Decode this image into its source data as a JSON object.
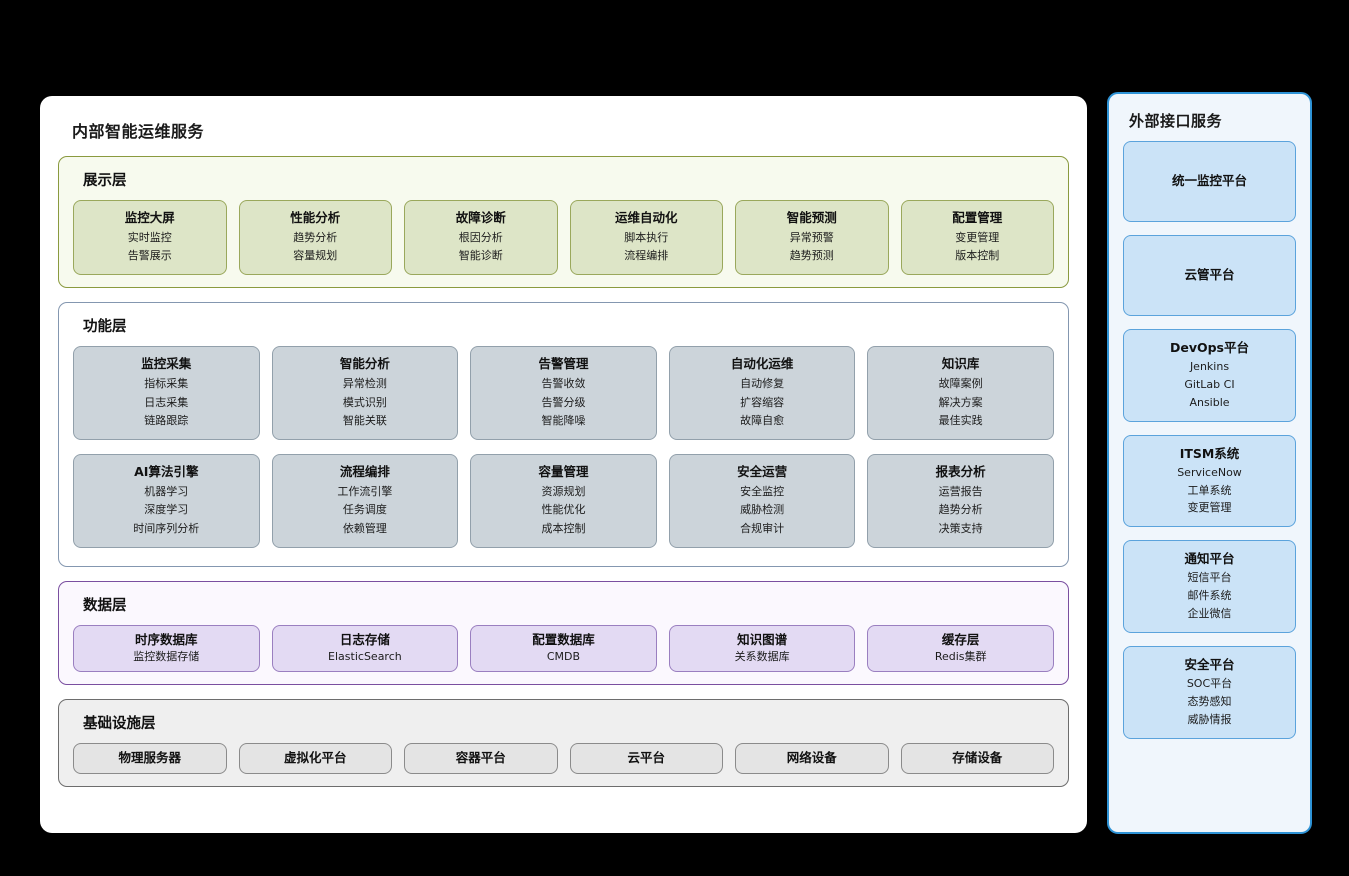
{
  "internal": {
    "title": "内部智能运维服务",
    "layers": [
      {
        "id": "presentation",
        "title": "展示层",
        "rows": [
          [
            {
              "title": "监控大屏",
              "subs": [
                "实时监控",
                "告警展示"
              ]
            },
            {
              "title": "性能分析",
              "subs": [
                "趋势分析",
                "容量规划"
              ]
            },
            {
              "title": "故障诊断",
              "subs": [
                "根因分析",
                "智能诊断"
              ]
            },
            {
              "title": "运维自动化",
              "subs": [
                "脚本执行",
                "流程编排"
              ]
            },
            {
              "title": "智能预测",
              "subs": [
                "异常预警",
                "趋势预测"
              ]
            },
            {
              "title": "配置管理",
              "subs": [
                "变更管理",
                "版本控制"
              ]
            }
          ]
        ]
      },
      {
        "id": "function",
        "title": "功能层",
        "rows": [
          [
            {
              "title": "监控采集",
              "subs": [
                "指标采集",
                "日志采集",
                "链路跟踪"
              ]
            },
            {
              "title": "智能分析",
              "subs": [
                "异常检测",
                "模式识别",
                "智能关联"
              ]
            },
            {
              "title": "告警管理",
              "subs": [
                "告警收敛",
                "告警分级",
                "智能降噪"
              ]
            },
            {
              "title": "自动化运维",
              "subs": [
                "自动修复",
                "扩容缩容",
                "故障自愈"
              ]
            },
            {
              "title": "知识库",
              "subs": [
                "故障案例",
                "解决方案",
                "最佳实践"
              ]
            }
          ],
          [
            {
              "title": "AI算法引擎",
              "subs": [
                "机器学习",
                "深度学习",
                "时间序列分析"
              ]
            },
            {
              "title": "流程编排",
              "subs": [
                "工作流引擎",
                "任务调度",
                "依赖管理"
              ]
            },
            {
              "title": "容量管理",
              "subs": [
                "资源规划",
                "性能优化",
                "成本控制"
              ]
            },
            {
              "title": "安全运营",
              "subs": [
                "安全监控",
                "威胁检测",
                "合规审计"
              ]
            },
            {
              "title": "报表分析",
              "subs": [
                "运营报告",
                "趋势分析",
                "决策支持"
              ]
            }
          ]
        ]
      },
      {
        "id": "data",
        "title": "数据层",
        "rows": [
          [
            {
              "title": "时序数据库",
              "subs": [
                "监控数据存储"
              ]
            },
            {
              "title": "日志存储",
              "subs": [
                "ElasticSearch"
              ]
            },
            {
              "title": "配置数据库",
              "subs": [
                "CMDB"
              ]
            },
            {
              "title": "知识图谱",
              "subs": [
                "关系数据库"
              ]
            },
            {
              "title": "缓存层",
              "subs": [
                "Redis集群"
              ]
            }
          ]
        ]
      },
      {
        "id": "infrastructure",
        "title": "基础设施层",
        "rows": [
          [
            {
              "title": "物理服务器",
              "subs": []
            },
            {
              "title": "虚拟化平台",
              "subs": []
            },
            {
              "title": "容器平台",
              "subs": []
            },
            {
              "title": "云平台",
              "subs": []
            },
            {
              "title": "网络设备",
              "subs": []
            },
            {
              "title": "存储设备",
              "subs": []
            }
          ]
        ]
      }
    ]
  },
  "external": {
    "title": "外部接口服务",
    "items": [
      {
        "title": "统一监控平台",
        "subs": []
      },
      {
        "title": "云管平台",
        "subs": []
      },
      {
        "title": "DevOps平台",
        "subs": [
          "Jenkins",
          "GitLab CI",
          "Ansible"
        ]
      },
      {
        "title": "ITSM系统",
        "subs": [
          "ServiceNow",
          "工单系统",
          "变更管理"
        ]
      },
      {
        "title": "通知平台",
        "subs": [
          "短信平台",
          "邮件系统",
          "企业微信"
        ]
      },
      {
        "title": "安全平台",
        "subs": [
          "SOC平台",
          "态势感知",
          "威胁情报"
        ]
      }
    ]
  },
  "colors": {
    "background": "#000000",
    "panel_bg": "#ffffff",
    "presentation_border": "#8a9a3f",
    "presentation_card": "#dde5c7",
    "function_border": "#8497b0",
    "function_card": "#ccd4da",
    "data_border": "#7a4fa0",
    "data_card": "#e3daf3",
    "infrastructure_border": "#6d6d6d",
    "infrastructure_card": "#e4e4e4",
    "external_border": "#2e93d6",
    "external_card": "#cbe3f7"
  }
}
